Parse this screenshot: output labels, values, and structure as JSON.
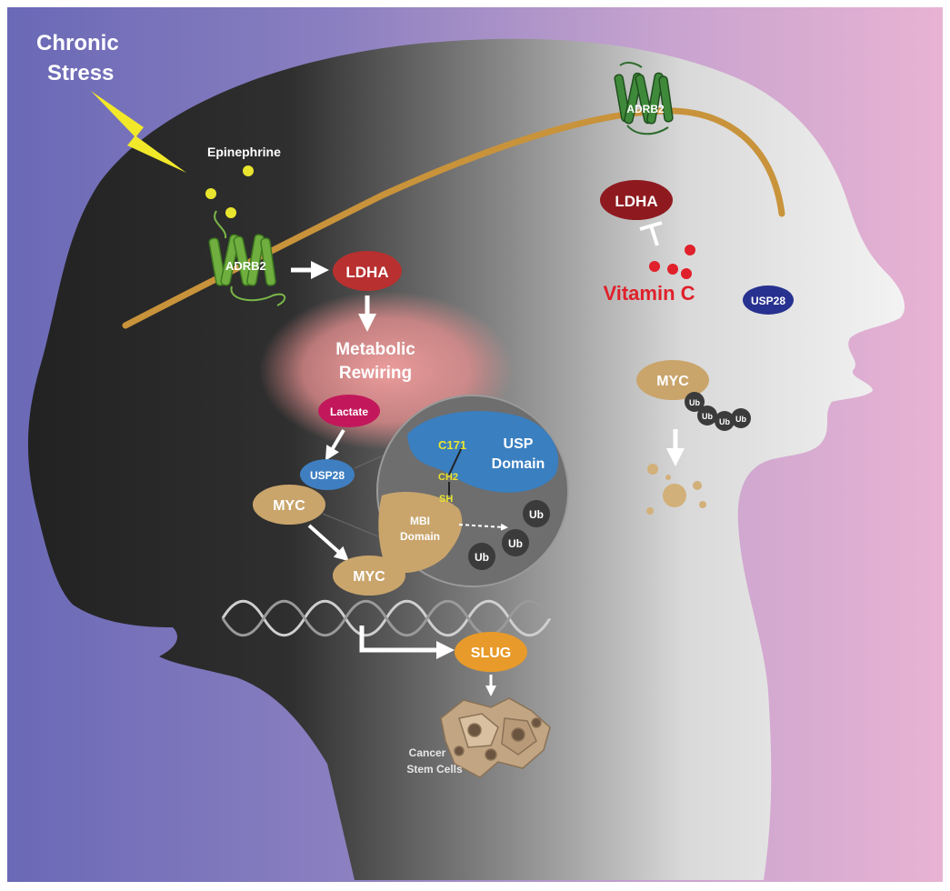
{
  "diagram": {
    "stress_label_line1": "Chronic",
    "stress_label_line2": "Stress",
    "epinephrine": "Epinephrine",
    "receptor_left": "ADRB2",
    "receptor_right": "ADRB2",
    "ldha_left": "LDHA",
    "ldha_right": "LDHA",
    "metabolic_line1": "Metabolic",
    "metabolic_line2": "Rewiring",
    "lactate": "Lactate",
    "usp28_left": "USP28",
    "usp28_right": "USP28",
    "myc_1": "MYC",
    "myc_2": "MYC",
    "myc_right": "MYC",
    "usp_domain_line1": "USP",
    "usp_domain_line2": "Domain",
    "mbi_domain_line1": "MBI",
    "mbi_domain_line2": "Domain",
    "c171": "C171",
    "ch2": "CH2",
    "sh": "SH",
    "ub": "Ub",
    "slug": "SLUG",
    "cancer_line1": "Cancer",
    "cancer_line2": "Stem Cells",
    "vitamin_c": "Vitamin C"
  },
  "colors": {
    "bg_left": "#6f6db8",
    "bg_right": "#e9b3d2",
    "membrane": "#c8933a",
    "ldha": "#b8302f",
    "ldha_right": "#8e1a1f",
    "lactate": "#c2185b",
    "usp28_left": "#3f7fc1",
    "usp28_right": "#27318f",
    "myc": "#c9a56c",
    "slug": "#e89a2a",
    "vitamin": "#e0202a",
    "receptor": "#7ab648",
    "usp_domain": "#3a7fc0",
    "ub": "#3b3b3b",
    "epinephrine": "#e9e52e"
  }
}
